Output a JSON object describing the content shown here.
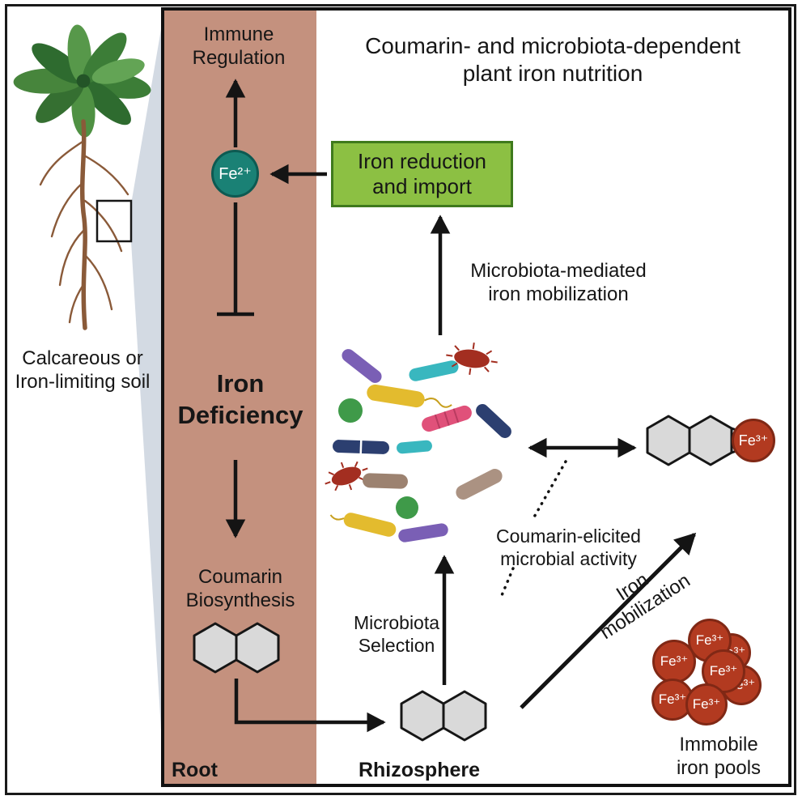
{
  "title": "Coumarin- and microbiota-dependent\nplant iron nutrition",
  "left_column": {
    "soil_caption": "Calcareous or\nIron-limiting soil"
  },
  "root_panel": {
    "immune_regulation_label": "Immune\nRegulation",
    "fe2_badge": "Fe²⁺",
    "iron_deficiency_label": "Iron\nDeficiency",
    "coumarin_biosynthesis_label": "Coumarin\nBiosynthesis",
    "section_label": "Root"
  },
  "rhizosphere": {
    "iron_reduction_box_label": "Iron reduction\nand import",
    "microbiota_mediated_label": "Microbiota-mediated\niron mobilization",
    "microbiota_selection_label": "Microbiota\nSelection",
    "coumarin_elicited_label": "Coumarin-elicited\nmicrobial activity",
    "iron_mobilization_label": "Iron\nmobilization",
    "fe3_badge": "Fe³⁺",
    "immobile_iron_pools_label": "Immobile\niron pools",
    "section_label": "Rhizosphere"
  },
  "colors": {
    "root_panel_bg": "#c4917e",
    "green_box": "#8cc043",
    "green_box_border": "#3f7a1d",
    "fe2_circle": "#1a8175",
    "fe3_circle": "#b23a20",
    "arrow": "#141414"
  }
}
